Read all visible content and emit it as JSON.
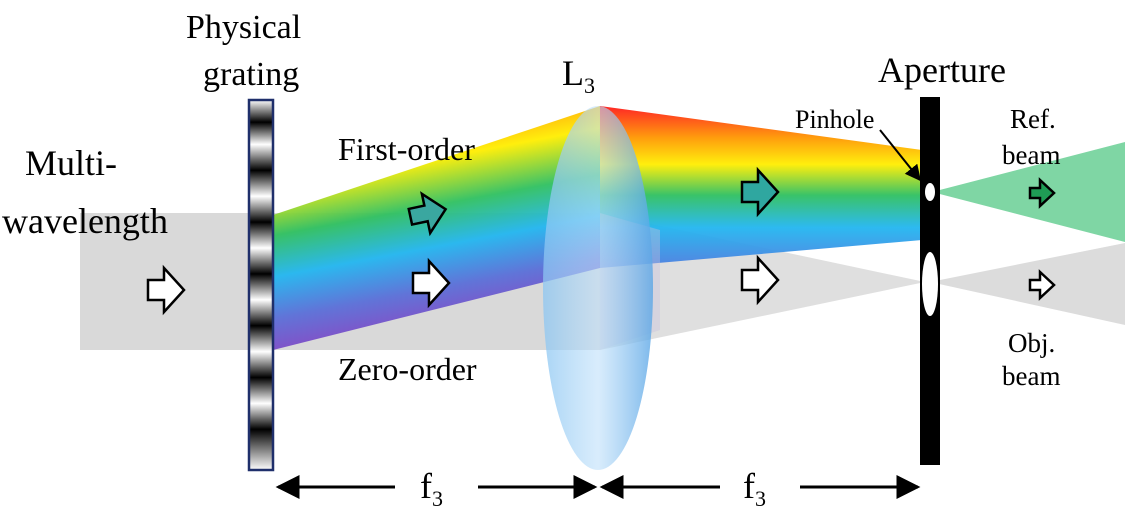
{
  "labels": {
    "source_line1": "Multi-",
    "source_line2": "wavelength",
    "grating_line1": "Physical",
    "grating_line2": "grating",
    "first_order": "First-order",
    "zero_order": "Zero-order",
    "lens": "L",
    "lens_sub": "3",
    "aperture": "Aperture",
    "pinhole": "Pinhole",
    "ref_line1": "Ref.",
    "ref_line2": "beam",
    "obj_line1": "Obj.",
    "obj_line2": "beam",
    "focal1": "f",
    "focal1_sub": "3",
    "focal2": "f",
    "focal2_sub": "3"
  },
  "colors": {
    "zero_beam": "#d9d9d9",
    "ref_beam": "#7fd6a4",
    "lens": "#6fb4ec",
    "grating_border": "#1f2f6b"
  }
}
